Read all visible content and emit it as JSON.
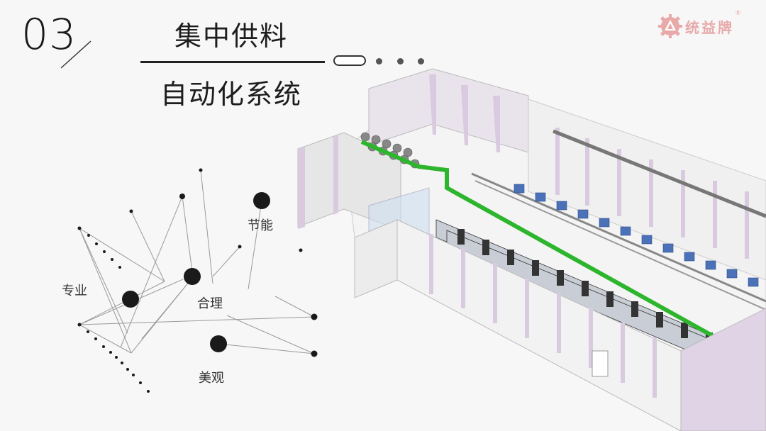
{
  "section": {
    "number": "03"
  },
  "title": {
    "main": "集中供料",
    "sub": "自动化系统"
  },
  "brand": {
    "name": "统益牌",
    "registered": "®",
    "color": "#e8a9a9"
  },
  "network_labels": {
    "professional": "专业",
    "reasonable": "合理",
    "energy_saving": "节能",
    "aesthetic": "美观"
  },
  "colors": {
    "pipe_green": "#2db52d",
    "wall_purple": "#d9cadf",
    "machine_blue": "#4b72b8"
  }
}
